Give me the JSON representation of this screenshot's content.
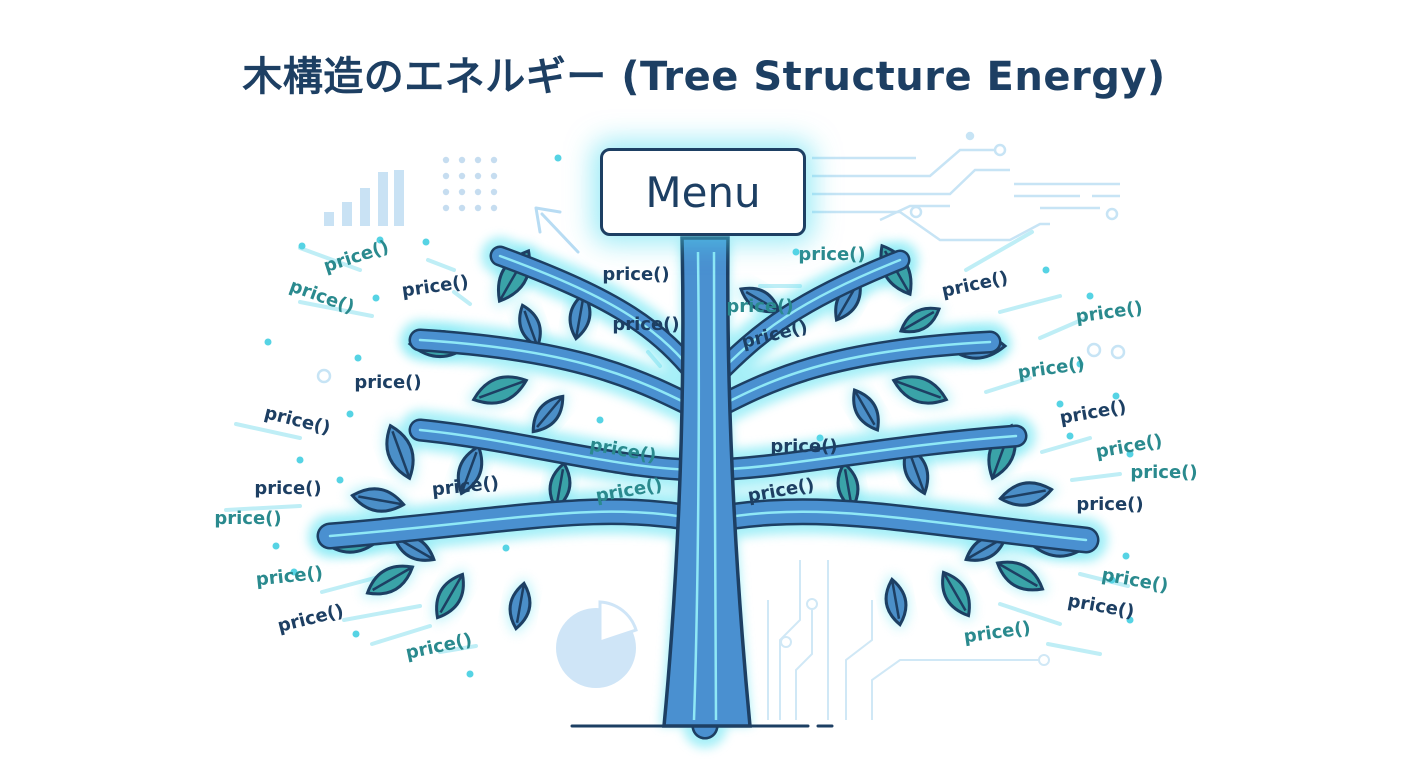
{
  "title": "木構造のエネルギー (Tree Structure Energy)",
  "root_label": "Menu",
  "method_labels": [
    {
      "text": "price()",
      "color": "teal"
    },
    {
      "text": "price()",
      "color": "navy"
    },
    {
      "text": "price()",
      "color": "teal"
    },
    {
      "text": "price()",
      "color": "navy"
    },
    {
      "text": "price()",
      "color": "navy"
    },
    {
      "text": "price()",
      "color": "teal"
    },
    {
      "text": "price()",
      "color": "navy"
    },
    {
      "text": "price()",
      "color": "navy"
    },
    {
      "text": "price()",
      "color": "teal"
    },
    {
      "text": "price()",
      "color": "teal"
    },
    {
      "text": "price()",
      "color": "navy"
    },
    {
      "text": "price()",
      "color": "navy"
    },
    {
      "text": "price()",
      "color": "teal"
    },
    {
      "text": "price()",
      "color": "teal"
    },
    {
      "text": "price()",
      "color": "navy"
    },
    {
      "text": "price()",
      "color": "navy"
    },
    {
      "text": "price()",
      "color": "navy"
    },
    {
      "text": "price()",
      "color": "teal"
    },
    {
      "text": "price()",
      "color": "teal"
    },
    {
      "text": "price()",
      "color": "navy"
    },
    {
      "text": "price()",
      "color": "navy"
    },
    {
      "text": "price()",
      "color": "teal"
    },
    {
      "text": "price()",
      "color": "teal"
    },
    {
      "text": "price()",
      "color": "navy"
    },
    {
      "text": "price()",
      "color": "teal"
    },
    {
      "text": "price()",
      "color": "navy"
    },
    {
      "text": "price()",
      "color": "teal"
    },
    {
      "text": "price()",
      "color": "teal"
    },
    {
      "text": "price()",
      "color": "navy"
    },
    {
      "text": "price()",
      "color": "teal"
    }
  ],
  "colors": {
    "navy": "#1d3f63",
    "teal": "#2a8a8e",
    "trunk": "#4a90d0",
    "leaf_blue": "#4b8fc8",
    "leaf_teal": "#3aa3a8",
    "glow": "#5fe3f2",
    "decor": "#bfe0f5"
  },
  "icons": [
    "bar-chart-icon",
    "dot-grid-icon",
    "arrow-icon",
    "pie-chart-icon",
    "circuit-lines-icon",
    "leaf-icon"
  ]
}
